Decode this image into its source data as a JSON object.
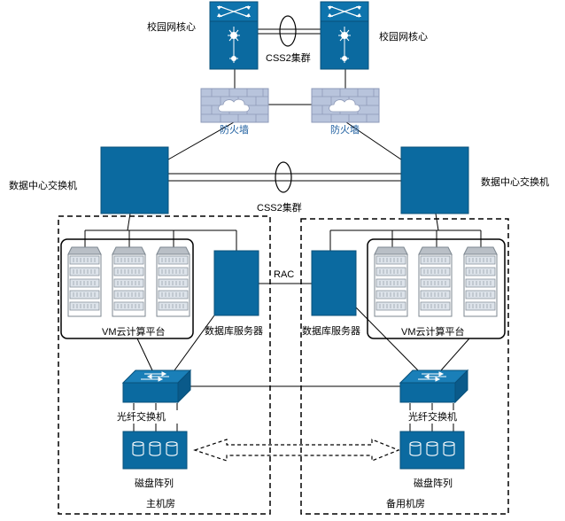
{
  "colors": {
    "device": "#0b6aa0",
    "device_dark": "#08507a",
    "firewall": "#b8c4dc",
    "line": "#000000",
    "label_blue": "#1f5fa0"
  },
  "core": {
    "left_label": "校园网核心",
    "right_label": "校园网核心",
    "cluster_label": "CSS2集群"
  },
  "firewall": {
    "left_label": "防火墙",
    "right_label": "防火墙"
  },
  "dc_switch": {
    "left_label": "数据中心交换机",
    "right_label": "数据中心交换机",
    "cluster_label": "CSS2集群"
  },
  "main_room": {
    "label": "主机房",
    "vm_platform_label": "VM云计算平台",
    "db_server_label": "数据库服务器",
    "fiber_switch_label": "光纤交换机",
    "disk_array_label": "磁盘阵列"
  },
  "backup_room": {
    "label": "备用机房",
    "vm_platform_label": "VM云计算平台",
    "db_server_label": "数据库服务器",
    "fiber_switch_label": "光纤交换机",
    "disk_array_label": "磁盘阵列"
  },
  "rac_label": "RAC",
  "icons": [
    "core-switch-icon",
    "firewall-icon",
    "server-icon",
    "fiber-switch-icon",
    "disk-array-icon"
  ]
}
